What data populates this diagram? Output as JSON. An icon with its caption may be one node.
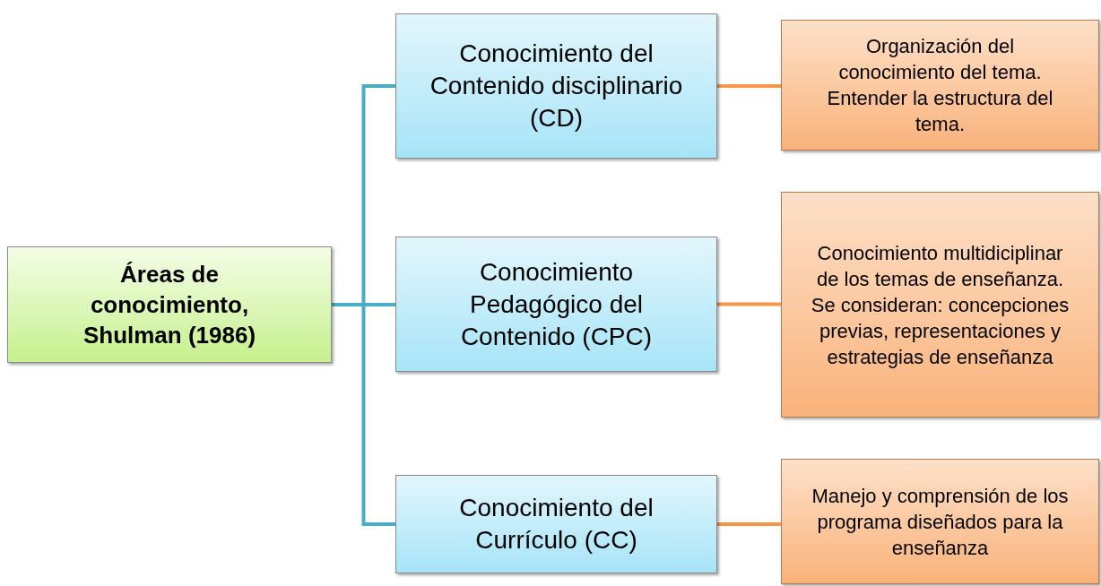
{
  "diagram": {
    "nodes": [
      {
        "text": [
          "Áreas de conocimiento, Shulman (1986)"
        ]
      },
      {
        "text": [
          "Conocimiento del Contenido disciplinario (CD)"
        ]
      },
      {
        "text": [
          "Conocimiento Pedagógico del Contenido (CPC)"
        ]
      },
      {
        "text": [
          "Conocimiento del Currículo (CC)"
        ]
      },
      {
        "text": [
          "Organización del conocimiento del tema. Entender la estructura del tema."
        ]
      },
      {
        "text": [
          "Conocimiento multidiciplinar de los temas de enseñanza. Se consideran: concepciones previas, representaciones y estrategias de enseñanza"
        ]
      },
      {
        "text": [
          "Manejo y comprensión de los programa diseñados para la enseñanza"
        ]
      }
    ],
    "edges": [
      {
        "from": 0,
        "to": 1,
        "arrow": "none",
        "color": "#4bacc6"
      },
      {
        "from": 0,
        "to": 2,
        "arrow": "none",
        "color": "#4bacc6"
      },
      {
        "from": 0,
        "to": 3,
        "arrow": "none",
        "color": "#4bacc6"
      },
      {
        "from": 1,
        "to": 4,
        "arrow": "none",
        "color": "#f79646"
      },
      {
        "from": 2,
        "to": 5,
        "arrow": "none",
        "color": "#f79646"
      },
      {
        "from": 3,
        "to": 6,
        "arrow": "none",
        "color": "#f79646"
      }
    ]
  }
}
